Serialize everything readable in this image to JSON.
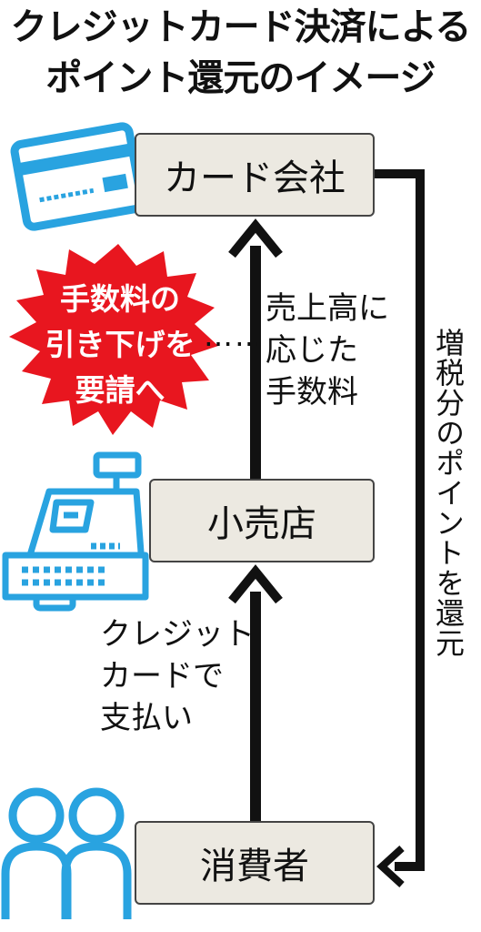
{
  "title": {
    "line1": "クレジットカード決済による",
    "line2": "ポイント還元のイメージ"
  },
  "nodes": {
    "card_company": "カード会社",
    "retailer": "小売店",
    "consumer": "消費者"
  },
  "labels": {
    "fee": [
      "売上高に",
      "応じた",
      "手数料"
    ],
    "payment": [
      "クレジット",
      "カードで",
      "支払い"
    ],
    "point_return": "増税分のポイントを還元"
  },
  "callout": {
    "lines": [
      "手数料の",
      "引き下げを",
      "要請へ"
    ],
    "dots": "……"
  },
  "colors": {
    "accent_blue": "#29a3e0",
    "callout_red": "#e8161f",
    "box_fill": "#ece9e1"
  }
}
